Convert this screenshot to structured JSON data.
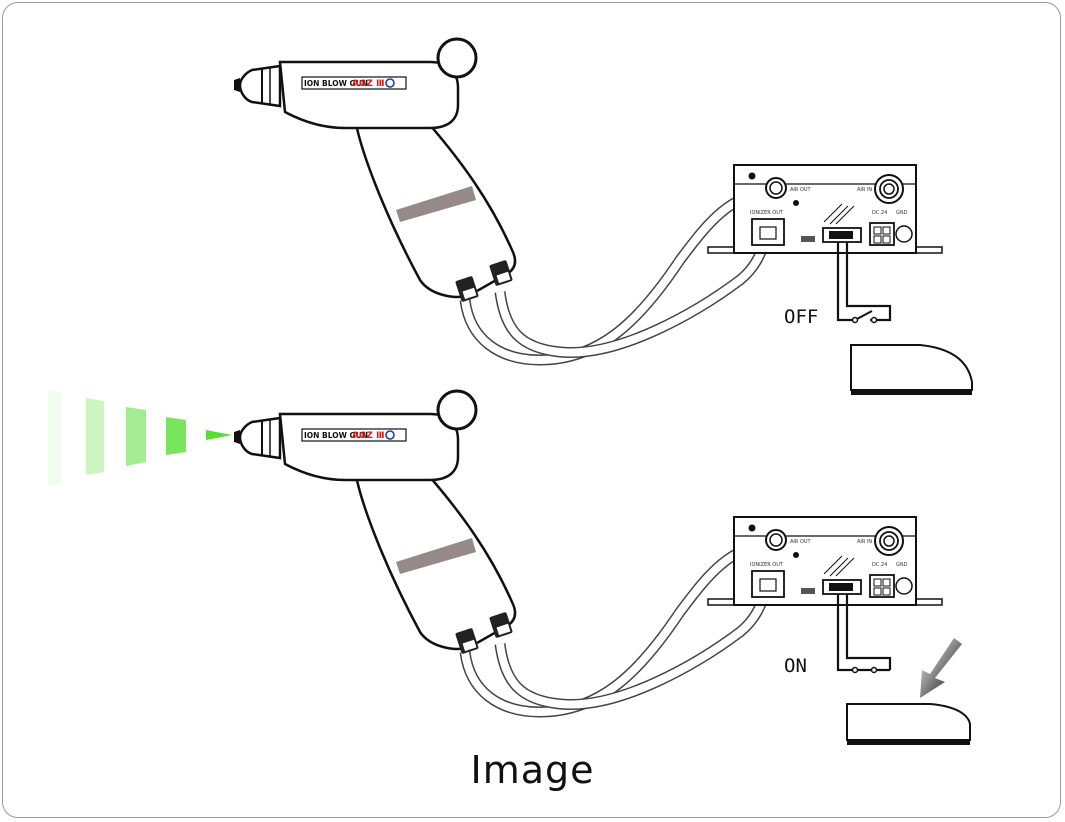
{
  "panels": [
    {
      "state_label": "OFF",
      "gun_label": "ION BLOW GUN",
      "gun_model": "AGZ Ⅲ",
      "controller": {
        "air_out": "AIR OUT",
        "air_in": "AIR IN",
        "ionizer_out": "IONIZER OUT",
        "dc24v": "DC 24",
        "gnd": "GND"
      },
      "blowing": false,
      "pedal_pressed": false
    },
    {
      "state_label": "ON",
      "gun_label": "ION BLOW GUN",
      "gun_model": "AGZ Ⅲ",
      "controller": {
        "air_out": "AIR OUT",
        "air_in": "AIR IN",
        "ionizer_out": "IONIZER OUT",
        "dc24v": "DC 24",
        "gnd": "GND"
      },
      "blowing": true,
      "pedal_pressed": true
    }
  ],
  "caption": "Image",
  "colors": {
    "air_beam": "#58dd36",
    "band": "#958a88",
    "arrow": "#555555"
  }
}
